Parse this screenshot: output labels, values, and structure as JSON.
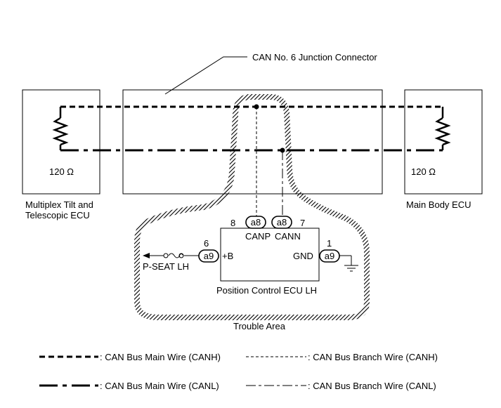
{
  "labels": {
    "junction_connector": "CAN No. 6 Junction Connector",
    "left_ecu_line1": "Multiplex Tilt and",
    "left_ecu_line2": "Telescopic ECU",
    "right_ecu": "Main Body ECU",
    "left_resistor": "120 Ω",
    "right_resistor": "120 Ω",
    "position_ecu": "Position Control ECU LH",
    "trouble_area": "Trouble Area",
    "canp": "CANP",
    "cann": "CANN",
    "plus_b": "+B",
    "gnd": "GND",
    "p_seat": "P-SEAT LH"
  },
  "pins": {
    "canp_pin": "8",
    "cann_pin": "7",
    "plus_b_pin": "6",
    "gnd_pin": "1"
  },
  "connectors": {
    "canp": "a8",
    "cann": "a8",
    "plus_b": "a9",
    "gnd": "a9"
  },
  "legend": {
    "main_canh": ": CAN Bus Main Wire (CANH)",
    "branch_canh": ": CAN Bus Branch Wire (CANH)",
    "main_canl": ": CAN Bus Main Wire (CANL)",
    "branch_canl": ": CAN Bus Branch Wire (CANL)"
  }
}
